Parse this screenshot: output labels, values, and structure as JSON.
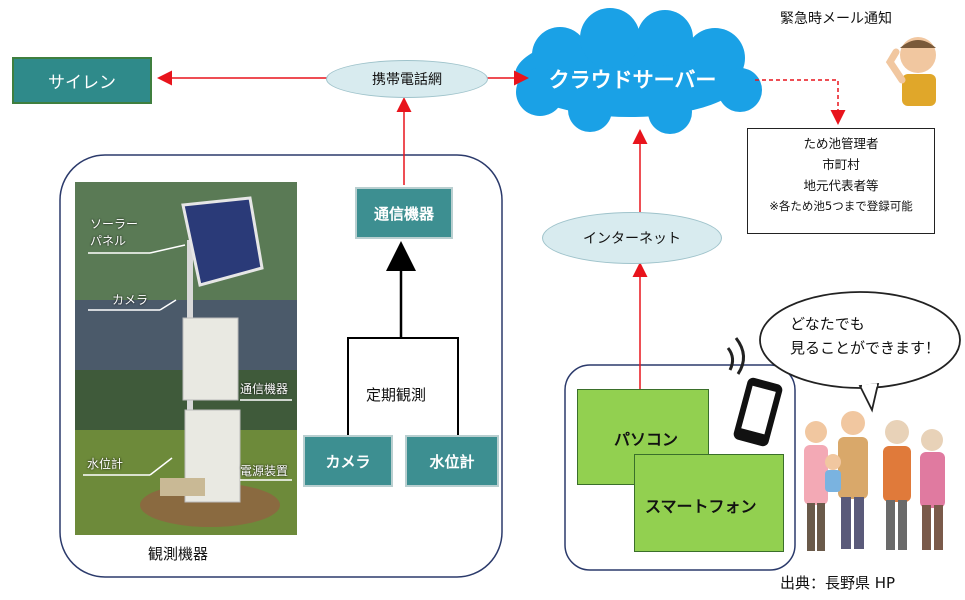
{
  "siren": "サイレン",
  "mobile_network": "携帯電話網",
  "cloud_server": "クラウドサーバー",
  "emergency_mail": "緊急時メール通知",
  "recipients": [
    "ため池管理者",
    "市町村",
    "地元代表者等",
    "※各ため池5つまで登録可能"
  ],
  "comm_device": "通信機器",
  "periodic_obs": "定期観測",
  "camera": "カメラ",
  "water_gauge": "水位計",
  "internet": "インターネット",
  "pc": "パソコン",
  "smartphone": "スマートフォン",
  "speech": [
    "どなたでも",
    "見ることができます！"
  ],
  "photo_labels": {
    "solar_panel": [
      "ソーラー",
      "パネル"
    ],
    "camera": "カメラ",
    "comm_device": "通信機器",
    "water_gauge": "水位計",
    "power_device": "電源装置"
  },
  "obs_equipment": "観測機器",
  "source": "出典：長野県 HP",
  "colors": {
    "arrow_red": "#e8141c",
    "cloud": "#1aa1e6",
    "teal": "#2f8a8a",
    "green": "#92d050"
  }
}
